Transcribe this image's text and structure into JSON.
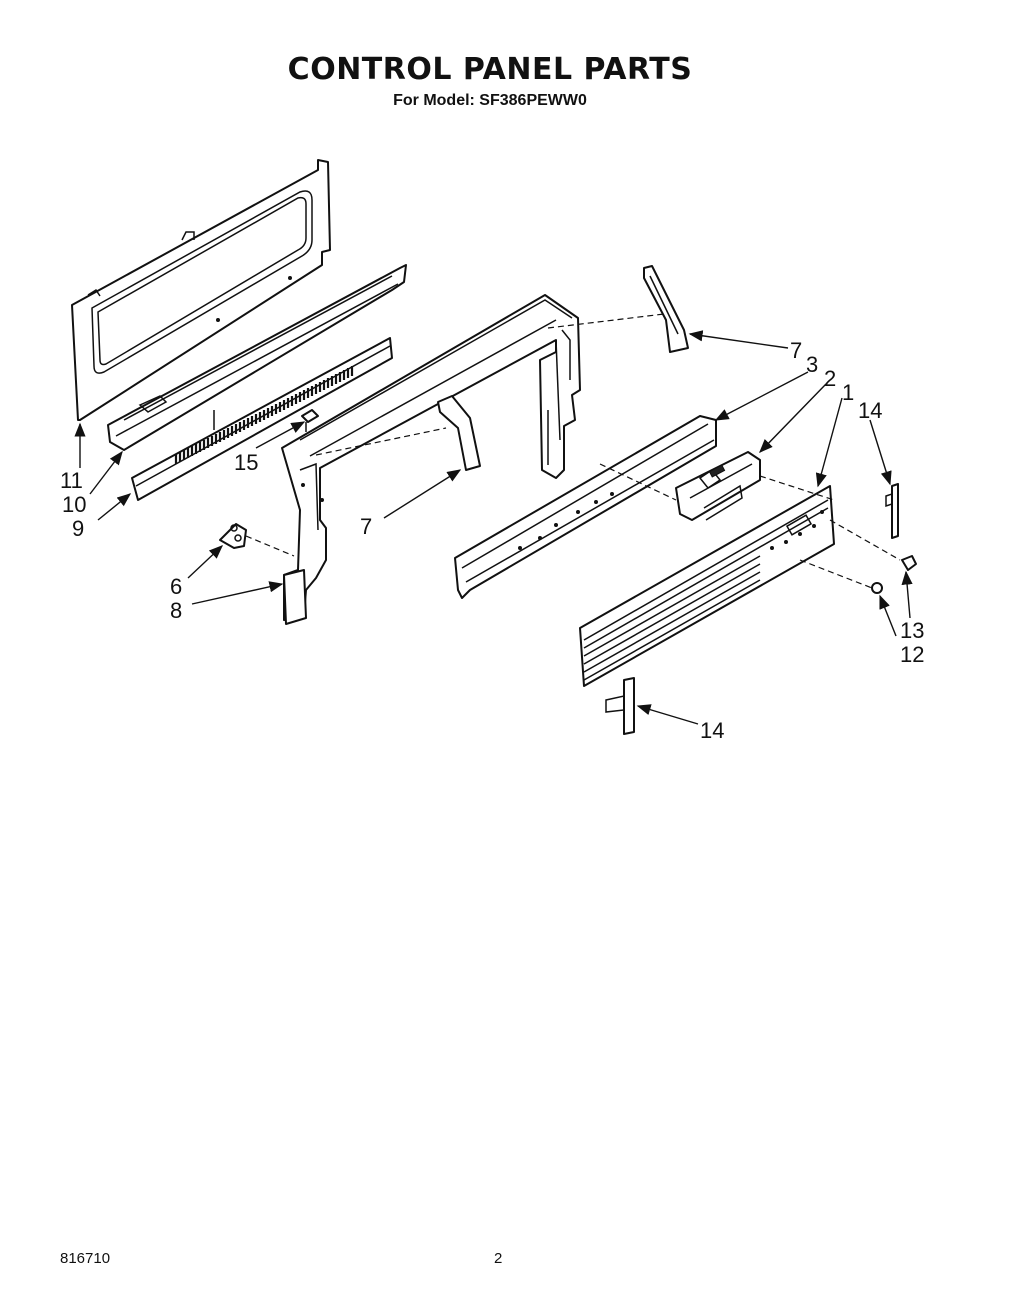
{
  "title": "CONTROL PANEL PARTS",
  "subtitle": "For Model: SF386PEWW0",
  "footer": {
    "doc_number": "816710",
    "page_number": "2"
  },
  "callouts": {
    "c1": "1",
    "c2": "2",
    "c3": "3",
    "c6": "6",
    "c7a": "7",
    "c7b": "7",
    "c8": "8",
    "c9": "9",
    "c10": "10",
    "c11": "11",
    "c12": "12",
    "c13": "13",
    "c14a": "14",
    "c14b": "14",
    "c15": "15"
  }
}
